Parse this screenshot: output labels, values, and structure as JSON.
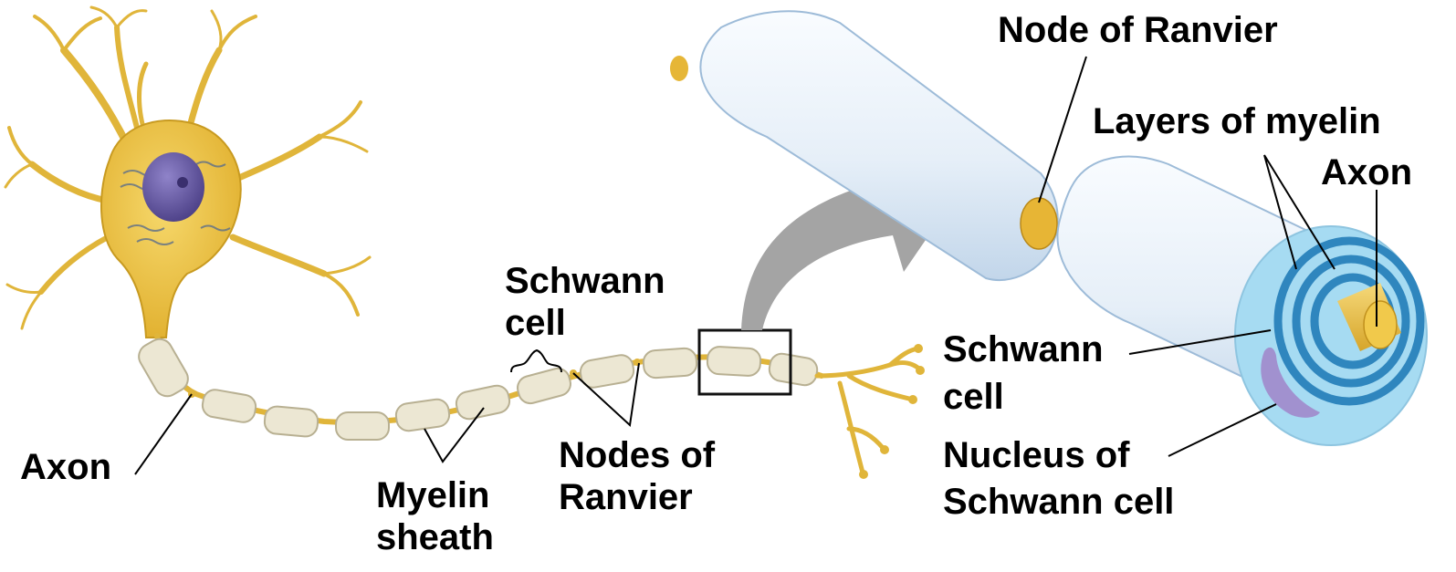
{
  "labels": {
    "axon_left": "Axon",
    "myelin_sheath_line1": "Myelin",
    "myelin_sheath_line2": "sheath",
    "schwann_cell_small_line1": "Schwann",
    "schwann_cell_small_line2": "cell",
    "nodes_of_ranvier_line1": "Nodes of",
    "nodes_of_ranvier_line2": "Ranvier",
    "node_of_ranvier": "Node of Ranvier",
    "layers_of_myelin": "Layers of myelin",
    "axon_right": "Axon",
    "schwann_cell_big_line1": "Schwann",
    "schwann_cell_big_line2": "cell",
    "nucleus_line1": "Nucleus of",
    "nucleus_line2": "Schwann cell"
  },
  "colors": {
    "neuron_yellow": "#e9c241",
    "neuron_outline": "#b58a14",
    "myelin_segment": "#ece7d3",
    "sheath_fill": "#e8f1fa",
    "sheath_edge": "#a9c6e0",
    "cross_section": "#a6dbf2",
    "spiral": "#2f86be",
    "nucleus_purple": "#a191cf",
    "arrow_gray": "#a4a4a4"
  }
}
